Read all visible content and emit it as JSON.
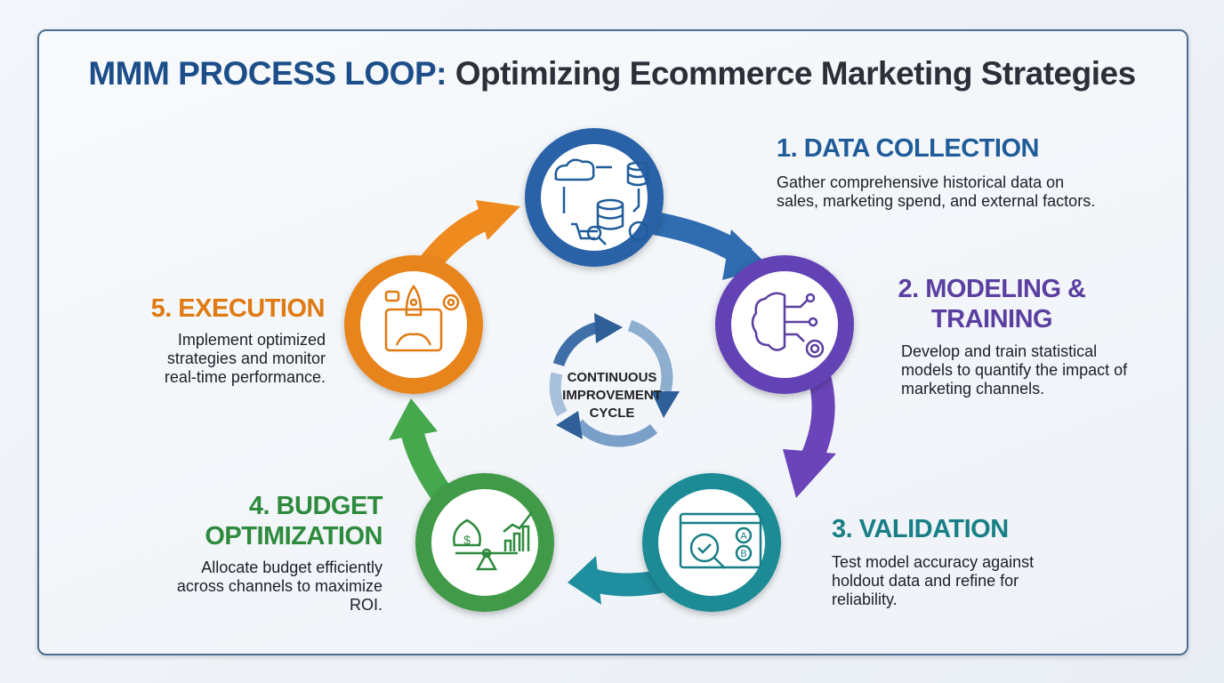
{
  "title": {
    "highlight": "MMM PROCESS LOOP:",
    "rest": " Optimizing Ecommerce Marketing Strategies"
  },
  "center": {
    "line1": "CONTINUOUS",
    "line2": "IMPROVEMENT",
    "line3": "CYCLE"
  },
  "steps": [
    {
      "title": "1. DATA COLLECTION",
      "desc": "Gather comprehensive historical data on sales, marketing spend, and external factors.",
      "color": "#1f5c99",
      "icon": "data-sources-icon"
    },
    {
      "title1": "2. MODELING &",
      "title2": "TRAINING",
      "desc": "Develop and train statistical models to quantify the impact of marketing channels.",
      "color": "#5b3fa0",
      "icon": "brain-circuit-icon"
    },
    {
      "title": "3. VALIDATION",
      "desc": "Test model accuracy against holdout data and refine for reliability.",
      "color": "#187f86",
      "icon": "ab-test-check-icon",
      "ab_a": "A",
      "ab_b": "B"
    },
    {
      "title1": "4. BUDGET",
      "title2": "OPTIMIZATION",
      "desc": "Allocate budget efficiently across channels to maximize ROI.",
      "color": "#2e8a3c",
      "icon": "money-balance-chart-icon",
      "currency": "$"
    },
    {
      "title": "5. EXECUTION",
      "desc": "Implement optimized strategies and monitor real-time performance.",
      "color": "#e07a12",
      "icon": "rocket-launch-icon"
    }
  ]
}
